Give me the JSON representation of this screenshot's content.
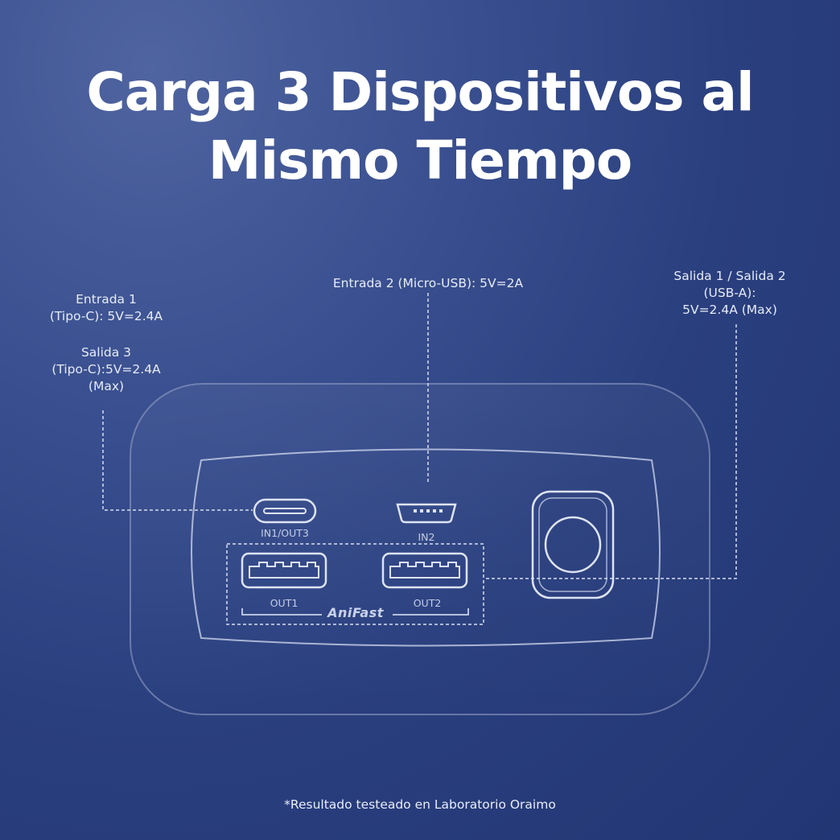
{
  "title": {
    "line1": "Carga 3 Dispositivos al",
    "line2": "Mismo Tiempo"
  },
  "labels": {
    "input1": {
      "line1": "Entrada 1",
      "line2": "(Tipo-C): 5V=2.4A"
    },
    "output3": {
      "line1": "Salida 3",
      "line2": "(Tipo-C):5V=2.4A",
      "line3": "(Max)"
    },
    "input2": "Entrada 2 (Micro-USB): 5V=2A",
    "output12": {
      "line1": "Salida 1 / Salida 2",
      "line2": "(USB-A):",
      "line3": "5V=2.4A (Max)"
    }
  },
  "ports": {
    "typec": "IN1/OUT3",
    "micro": "IN2",
    "usb_a_1": "OUT1",
    "usb_a_2": "OUT2"
  },
  "logo": "AniFast",
  "footnote": "*Resultado testeado en Laboratorio Oraimo",
  "colors": {
    "background_top": "#4f64a0",
    "background_bottom": "#223574",
    "line": "#c9d2ea",
    "text": "#ffffff"
  }
}
